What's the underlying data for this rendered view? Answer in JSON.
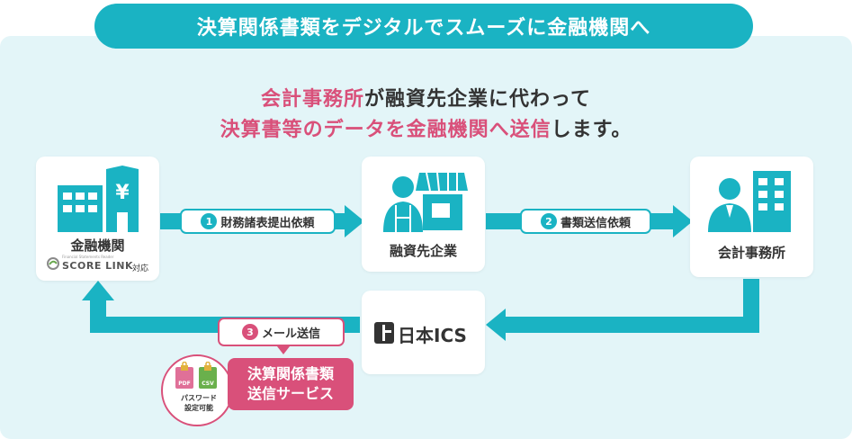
{
  "header": {
    "title": "決算関係書類をデジタルでスムーズに金融機関へ"
  },
  "lead": {
    "line1_highlight": "会計事務所",
    "line1_rest": "が融資先企業に代わって",
    "line2_highlight": "決算書等のデータを金融機関へ送信",
    "line2_rest": "します。"
  },
  "nodes": {
    "bank": {
      "label": "金融機関",
      "scorelink_small": "Financial Statements Reader",
      "scorelink_brand": "SCORE LINK",
      "scorelink_note": "対応",
      "yen": "¥"
    },
    "client": {
      "label": "融資先企業"
    },
    "accounting": {
      "label": "会計事務所"
    },
    "ics": {
      "label": "日本ICS"
    }
  },
  "steps": [
    {
      "num": "1",
      "label": "財務諸表提出依頼"
    },
    {
      "num": "2",
      "label": "書類送信依頼"
    },
    {
      "num": "3",
      "label": "メール送信"
    }
  ],
  "service": {
    "line1": "決算関係書類",
    "line2": "送信サービス",
    "pdf": "PDF",
    "csv": "CSV",
    "pw_line1": "パスワード",
    "pw_line2": "設定可能"
  },
  "colors": {
    "teal": "#1ab3c3",
    "pink": "#d9507a",
    "panel": "#e3f5f8"
  }
}
